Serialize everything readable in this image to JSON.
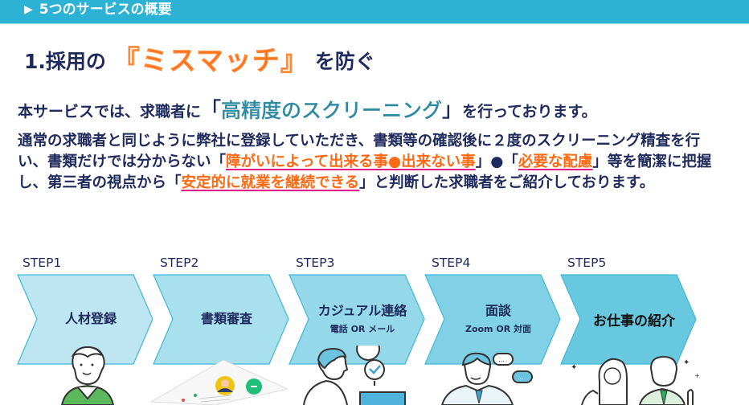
{
  "header": {
    "marker": "▶",
    "title": "5つのサービスの概要"
  },
  "section": {
    "number_prefix": "1.採用の",
    "accent": "『ミスマッチ』",
    "suffix": "を防ぐ"
  },
  "lead": {
    "before": "本サービスでは、求職者に",
    "open_bracket": "「",
    "highlight": "高精度のスクリーニング",
    "close_bracket": "」",
    "after": "を行っております。"
  },
  "body": {
    "part1": "通常の求職者と同じように弊社に登録していただき、書類等の確認後に２度のスクリーニング精査を行い、書類だけでは分からない「",
    "link1": "障がいによって出来る事●出来ない事",
    "part2": "」●「",
    "link2": "必要な配慮",
    "part3": "」等を簡潔に把握し、第三者の視点から「",
    "link3": "安定的に就業を継続できる",
    "part4": "」と判断した求職者をご紹介しております。"
  },
  "colors": {
    "header_bg": "#2bb2d4",
    "text_navy": "#1f2a5c",
    "accent_orange": "#ff6a13",
    "highlight_teal": "#2d8aa0",
    "underline_magenta": "#e0168a",
    "chevron_border": "#3fb6d6"
  },
  "steps": [
    {
      "label": "STEP1",
      "title": "人材登録",
      "sub": "",
      "fill": "#bde6f2",
      "illustration": "person-with-phone-icon"
    },
    {
      "label": "STEP2",
      "title": "書類審査",
      "sub": "",
      "fill": "#a9e0ee",
      "illustration": "resume-document-icon"
    },
    {
      "label": "STEP3",
      "title": "カジュアル連絡",
      "sub": "電話 OR メール",
      "fill": "#95d8ea",
      "illustration": "person-laptop-check-icon"
    },
    {
      "label": "STEP4",
      "title": "面談",
      "sub": "Zoom OR 対面",
      "fill": "#80d1e6",
      "illustration": "interviewer-speech-icon"
    },
    {
      "label": "STEP5",
      "title": "お仕事の紹介",
      "sub": "",
      "fill": "#68c8e0",
      "illustration": "two-people-celebrating-icon"
    }
  ]
}
